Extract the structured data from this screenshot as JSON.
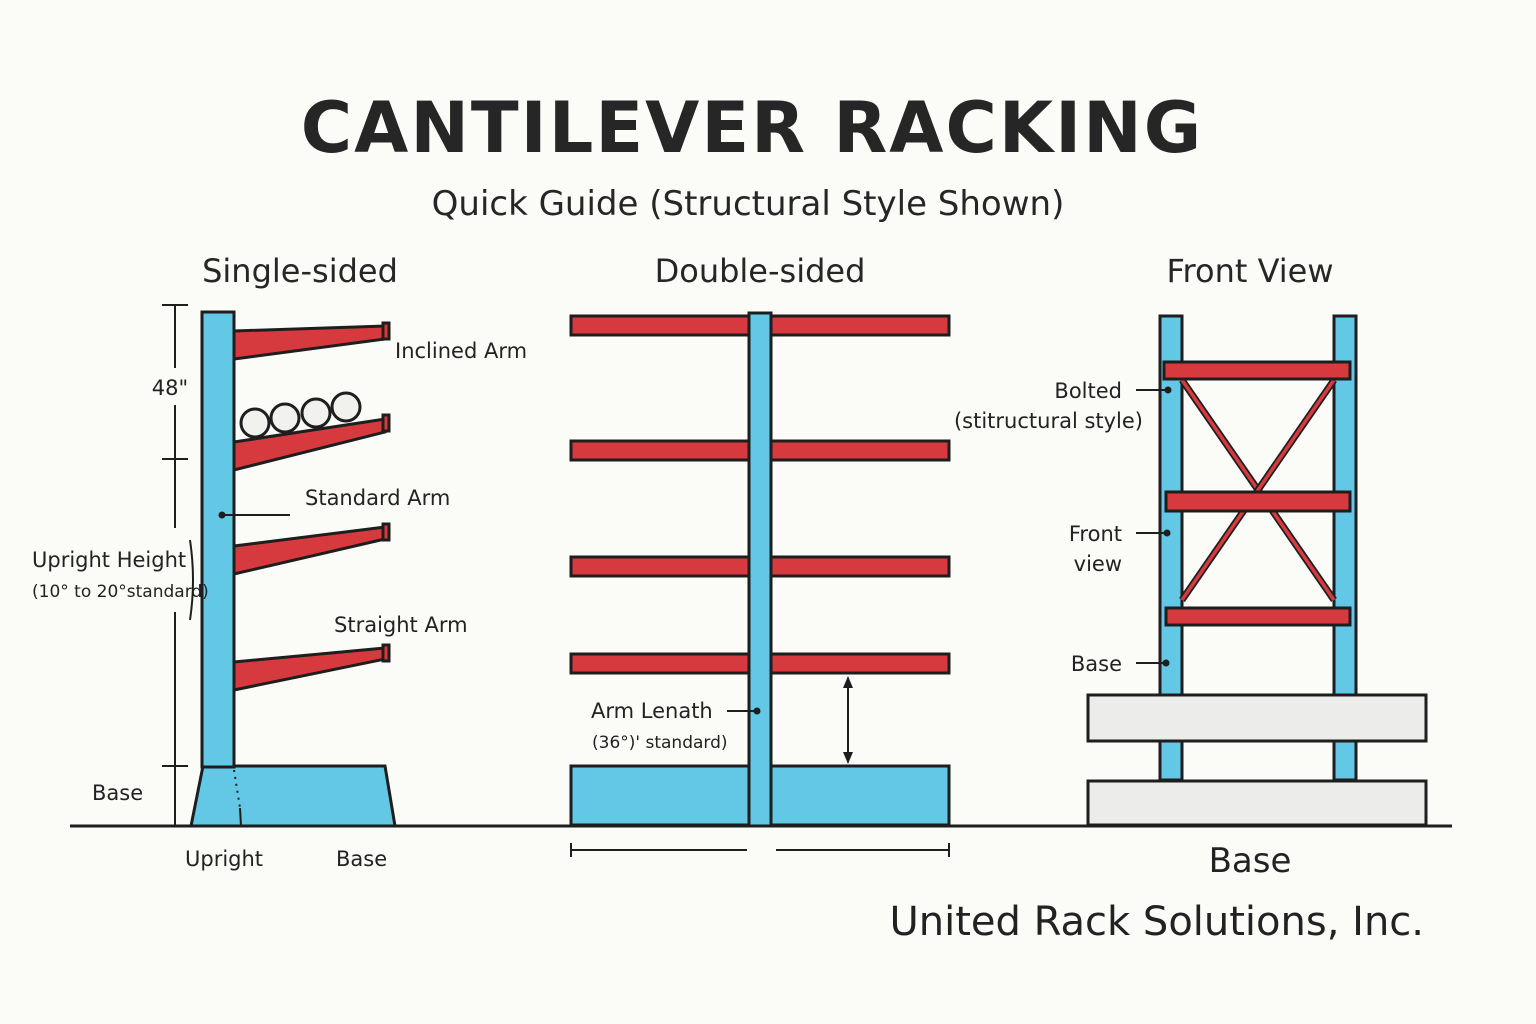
{
  "header": {
    "title": "CANTILEVER RACKING",
    "subtitle": "Quick Guide (Structural Style Shown)"
  },
  "sections": {
    "single": {
      "heading": "Single-sided",
      "labels": {
        "inclined_arm": "Inclined Arm",
        "standard_arm": "Standard Arm",
        "straight_arm": "Straight Arm",
        "dim_48": "48\"",
        "upright_height": "Upright Height",
        "upright_height_range": "(10° to 20°standard)",
        "base_side": "Base",
        "upright_bottom": "Upright",
        "base_bottom": "Base"
      }
    },
    "double": {
      "heading": "Double-sided",
      "labels": {
        "arm_length": "Arm Lenath",
        "arm_length_std": "(36°)' standard)"
      }
    },
    "front": {
      "heading": "Front View",
      "labels": {
        "bolted": "Bolted",
        "bolted_sub": "(stitructural style)",
        "front_view": "Front",
        "front_view2": "view",
        "base": "Base",
        "base_bottom": "Base"
      }
    }
  },
  "footer": {
    "company": "United Rack Solutions, Inc."
  },
  "colors": {
    "upright": "#62c8e6",
    "arm": "#d63a3f",
    "base_block": "#ececea",
    "outline": "#1e1e1e",
    "background": "#fbfbf8"
  }
}
